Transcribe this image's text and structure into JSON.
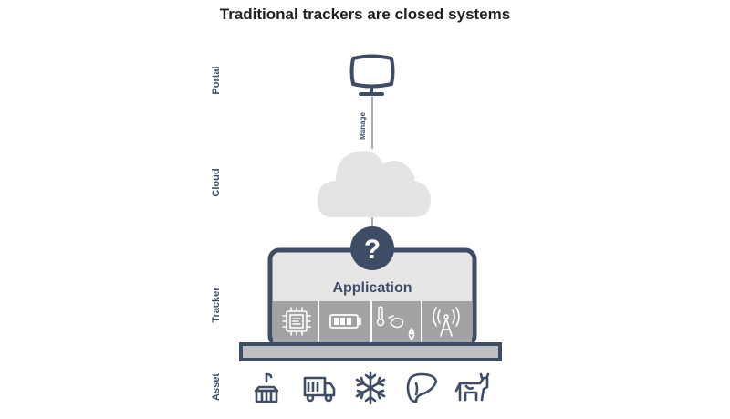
{
  "title": "Traditional trackers are closed systems",
  "rows": {
    "portal": "Portal",
    "cloud": "Cloud",
    "tracker": "Tracker",
    "asset": "Asset"
  },
  "connector_label": "Manage",
  "tracker_box": {
    "question_mark": "?",
    "application_label": "Application",
    "modules": [
      "chip-icon",
      "battery-icon",
      "sensors-icon",
      "antenna-icon"
    ]
  },
  "assets": [
    "container-icon",
    "truck-icon",
    "snowflake-icon",
    "liver-icon",
    "cow-icon"
  ],
  "colors": {
    "primary": "#3f4c66",
    "panel": "#e6e6e6",
    "module_bg": "#a3a3a3",
    "cloud": "#e4e4e4",
    "base": "#bfbfbf"
  }
}
